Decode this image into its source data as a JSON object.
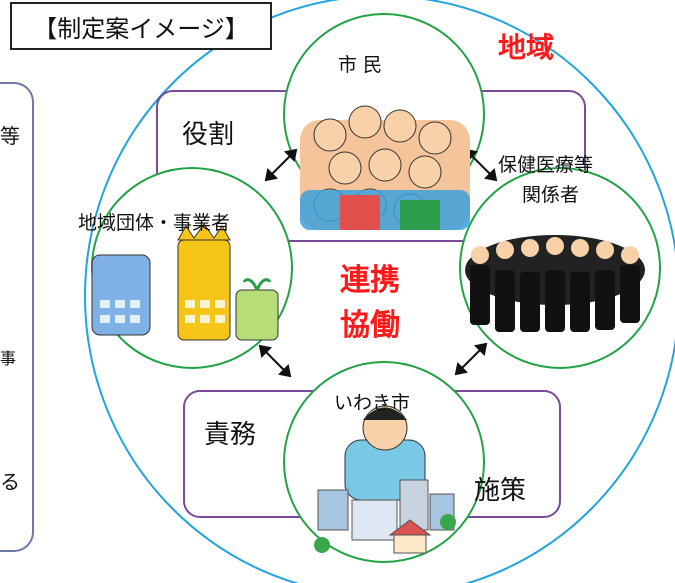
{
  "title": "【制定案イメージ】",
  "region_label": "地域",
  "center_label": [
    "連携",
    "協働"
  ],
  "nodes": {
    "citizens": "市 民",
    "organizations": "地域団体・事業者",
    "health": [
      "保健医療等",
      "関係者"
    ],
    "city": "いわき市"
  },
  "roles": {
    "role": "役割",
    "duty": "責務",
    "policy": "施策"
  },
  "side_fragments": [
    "等",
    "事",
    "る"
  ],
  "colors": {
    "outer_circle": "#20a4e0",
    "node_circle": "#22a245",
    "role_box": "#7a4b9a",
    "accent_red": "#ff1a1a"
  }
}
